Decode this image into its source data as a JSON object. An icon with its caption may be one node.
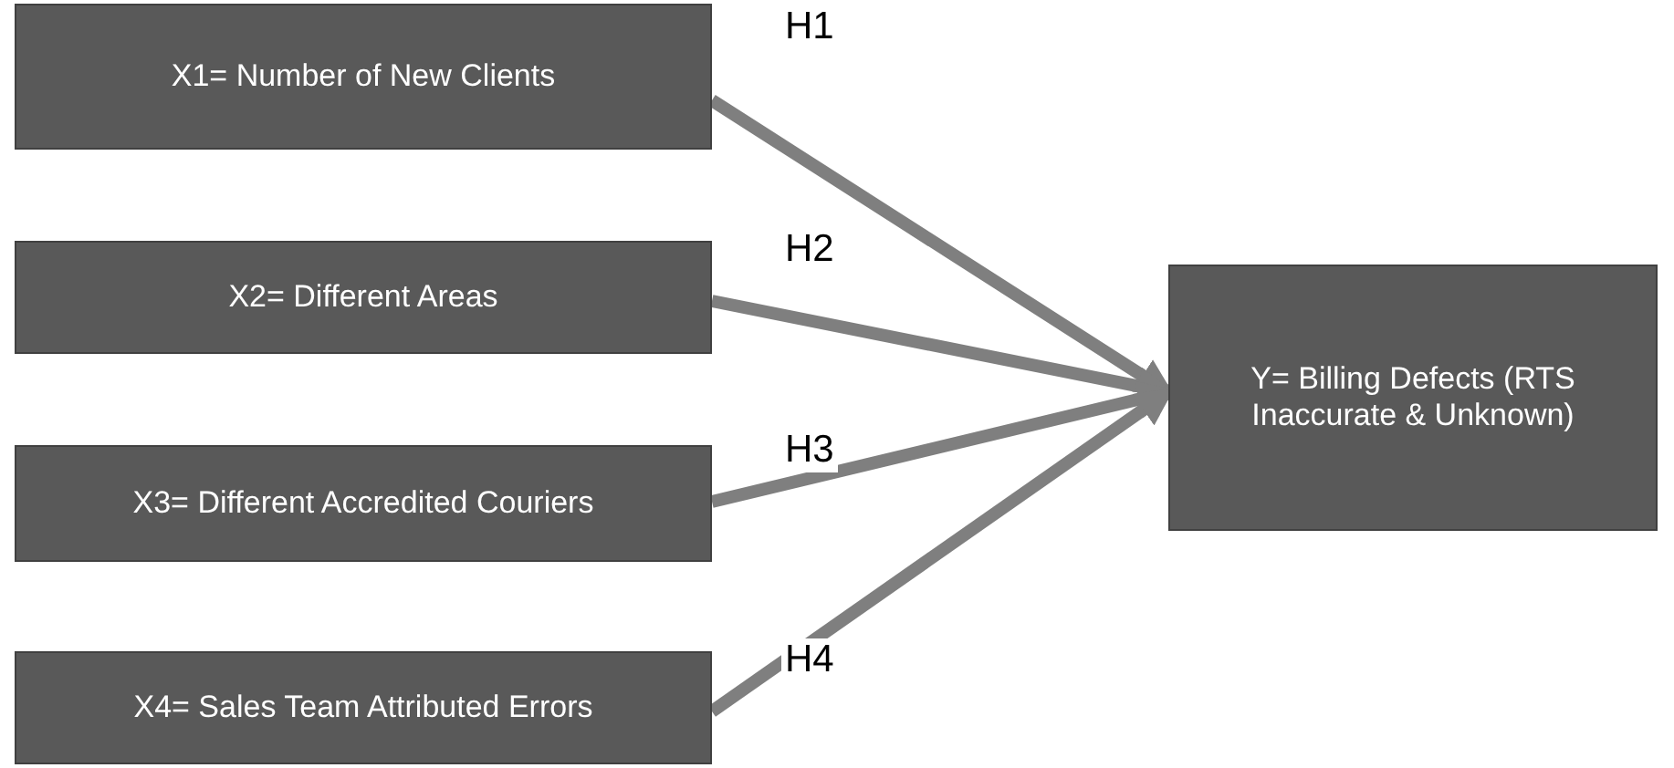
{
  "diagram": {
    "nodes": [
      {
        "text": [
          "X1= Number of New Clients"
        ]
      },
      {
        "text": [
          "X2= Different Areas"
        ]
      },
      {
        "text": [
          "X3= Different Accredited Couriers"
        ]
      },
      {
        "text": [
          "X4= Sales Team Attributed Errors"
        ]
      },
      {
        "text": [
          "Y= Billing Defects (RTS Inaccurate & Unknown)"
        ]
      }
    ],
    "edges": [
      {
        "from": 0,
        "to": 4,
        "arrow": "to",
        "label": "H1"
      },
      {
        "from": 1,
        "to": 4,
        "arrow": "to",
        "label": "H2"
      },
      {
        "from": 2,
        "to": 4,
        "arrow": "to",
        "label": "H3"
      },
      {
        "from": 3,
        "to": 4,
        "arrow": "to",
        "label": "H4"
      }
    ]
  }
}
